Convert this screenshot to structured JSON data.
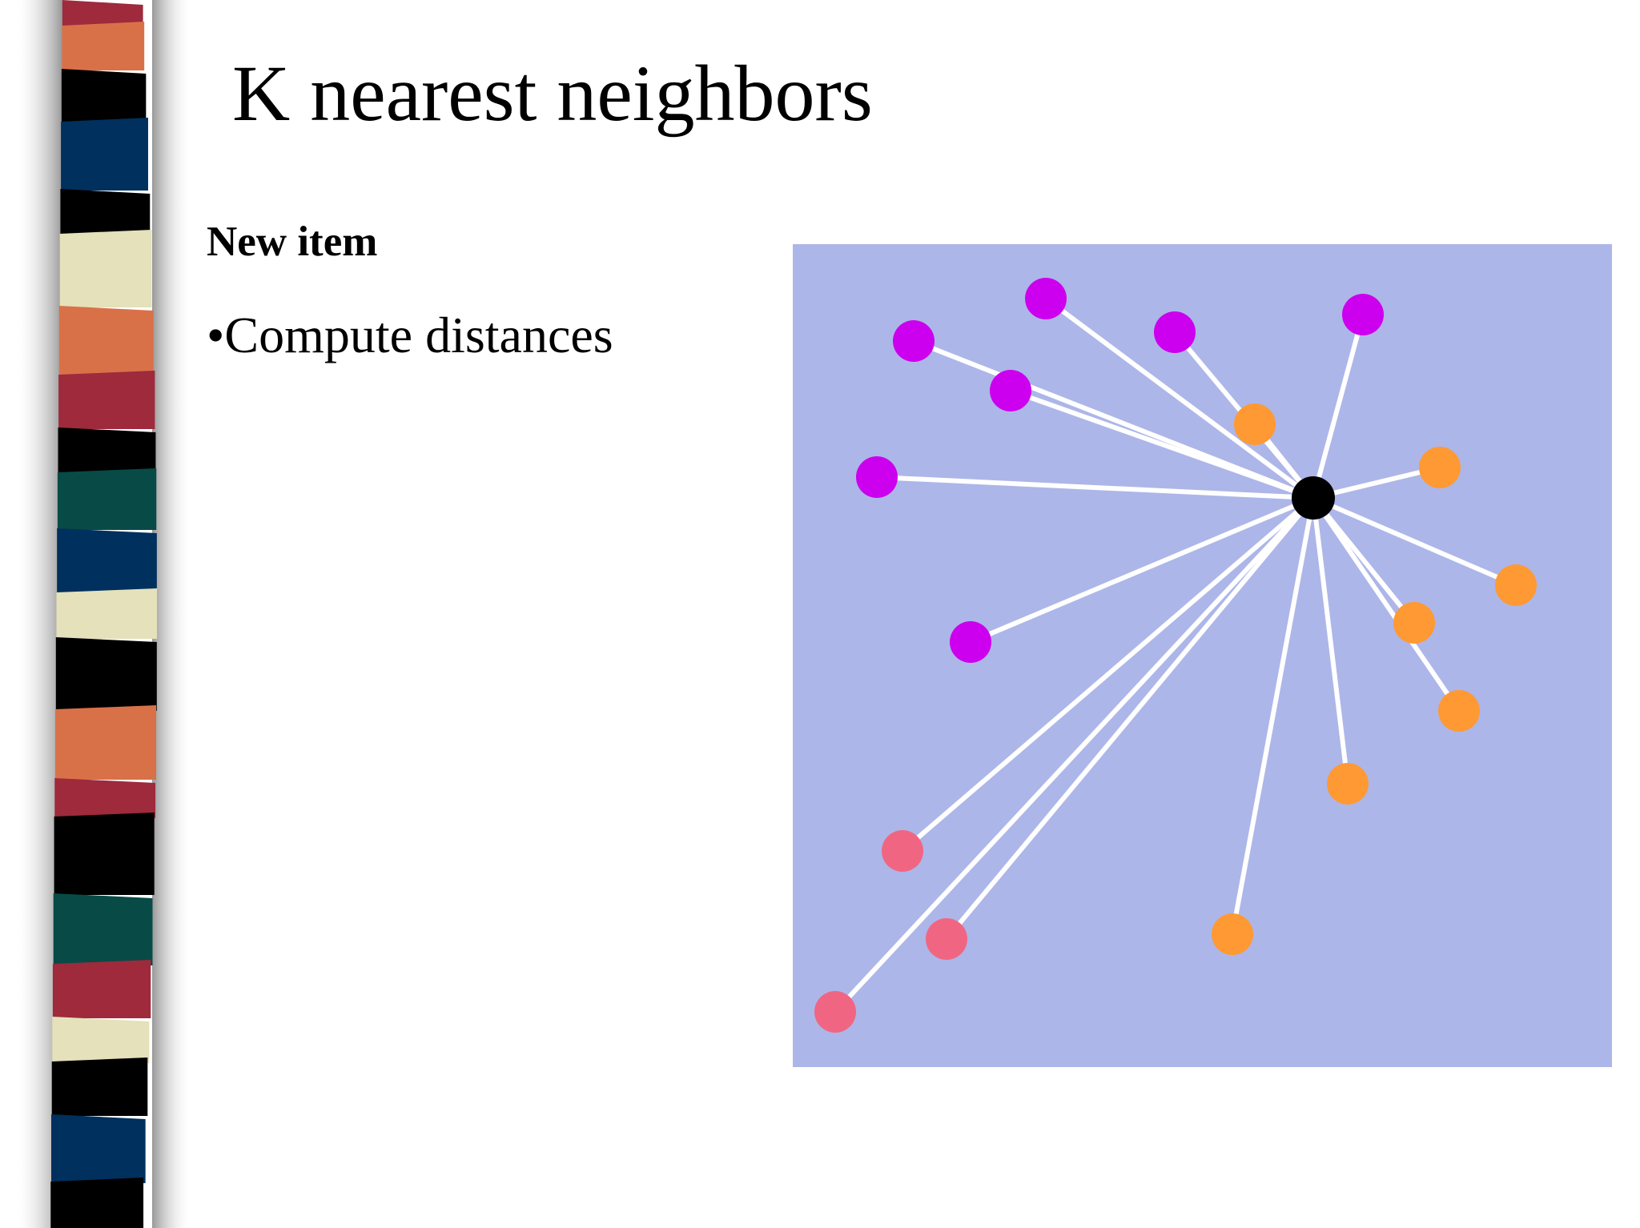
{
  "slide": {
    "title": "K nearest neighbors",
    "subheading": "New item",
    "bullet": "•Compute distances"
  },
  "diagram": {
    "background_color": "#adb6e8",
    "link_color": "#ffffff",
    "point_colors": {
      "new_item": "#000000",
      "magenta_class": "#cc00ee",
      "orange_class": "#ff9933",
      "pink_class": "#f06682"
    },
    "strip_colors": [
      "#9e2a3c",
      "#d97148",
      "#000000",
      "#00305e",
      "#000000",
      "#e4e1bb",
      "#d97148",
      "#9e2a3c",
      "#000000",
      "#084a46",
      "#00305e",
      "#e4e1bb",
      "#000000",
      "#d97148",
      "#9e2a3c",
      "#000000",
      "#084a46",
      "#9e2a3c",
      "#e4e1bb",
      "#000000",
      "#00305e",
      "#000000"
    ]
  }
}
